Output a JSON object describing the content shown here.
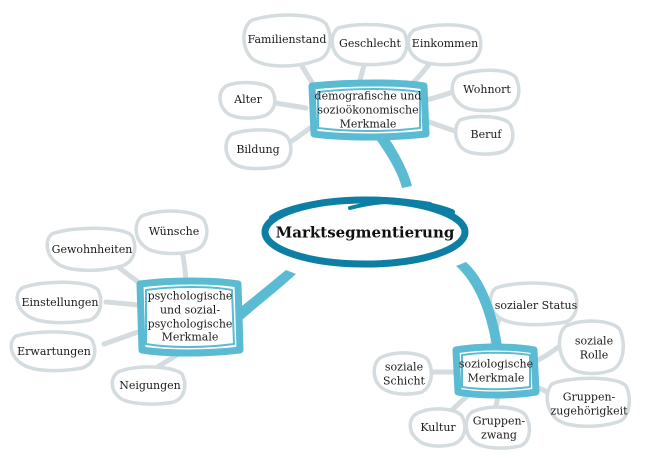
{
  "center": {
    "label": "Marktsegmentierung"
  },
  "branches": [
    {
      "id": "demografisch",
      "lines": [
        "demografische und",
        "sozioökonomische",
        "Merkmale"
      ],
      "leaves": [
        {
          "id": "familienstand",
          "lines": [
            "Familienstand"
          ]
        },
        {
          "id": "geschlecht",
          "lines": [
            "Geschlecht"
          ]
        },
        {
          "id": "einkommen",
          "lines": [
            "Einkommen"
          ]
        },
        {
          "id": "wohnort",
          "lines": [
            "Wohnort"
          ]
        },
        {
          "id": "beruf",
          "lines": [
            "Beruf"
          ]
        },
        {
          "id": "alter",
          "lines": [
            "Alter"
          ]
        },
        {
          "id": "bildung",
          "lines": [
            "Bildung"
          ]
        }
      ]
    },
    {
      "id": "psychologisch",
      "lines": [
        "psychologische",
        "und sozial-",
        "psychologische",
        "Merkmale"
      ],
      "leaves": [
        {
          "id": "wuensche",
          "lines": [
            "Wünsche"
          ]
        },
        {
          "id": "gewohnheiten",
          "lines": [
            "Gewohnheiten"
          ]
        },
        {
          "id": "einstellungen",
          "lines": [
            "Einstellungen"
          ]
        },
        {
          "id": "erwartungen",
          "lines": [
            "Erwartungen"
          ]
        },
        {
          "id": "neigungen",
          "lines": [
            "Neigungen"
          ]
        }
      ]
    },
    {
      "id": "soziologisch",
      "lines": [
        "soziologische",
        "Merkmale"
      ],
      "leaves": [
        {
          "id": "sozialer-status",
          "lines": [
            "sozialer Status"
          ]
        },
        {
          "id": "soziale-rolle",
          "lines": [
            "soziale",
            "Rolle"
          ]
        },
        {
          "id": "soziale-schicht",
          "lines": [
            "soziale",
            "Schicht"
          ]
        },
        {
          "id": "gruppenzugehoerigkeit",
          "lines": [
            "Gruppen-",
            "zugehörigkeit"
          ]
        },
        {
          "id": "kultur",
          "lines": [
            "Kultur"
          ]
        },
        {
          "id": "gruppenzwang",
          "lines": [
            "Gruppen-",
            "zwang"
          ]
        }
      ]
    }
  ],
  "colors": {
    "accent": "#5bbbd3",
    "accent_dark": "#0e7fa4",
    "leaf_stroke": "#d4dcdf",
    "text": "#1b1b1b"
  }
}
